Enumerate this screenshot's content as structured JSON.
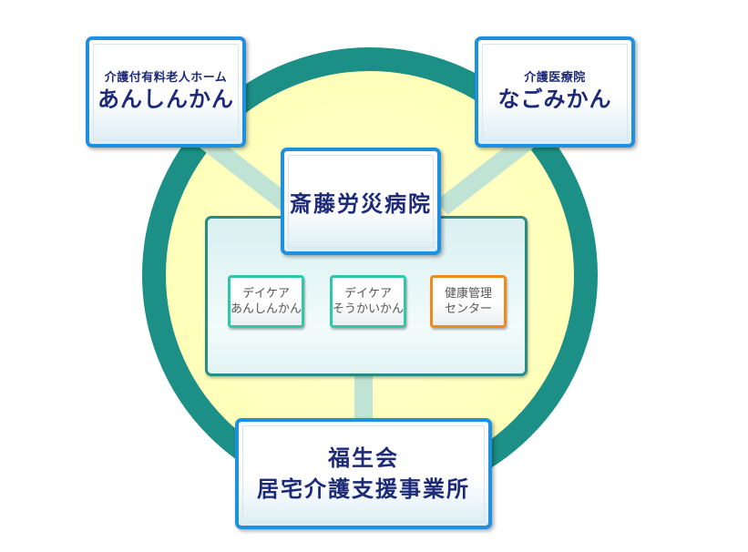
{
  "colors": {
    "ring": "#1c8f86",
    "ring_fill": "#ffffcc",
    "spoke": "#bfe3d4",
    "card_border": "#1e90e0",
    "title_text": "#1d2a78",
    "panel_border": "#2a8b85",
    "service_border_green": "#2fc7a8",
    "service_border_orange": "#f08a1c"
  },
  "top_left_card": {
    "subtitle": "介護付有料老人ホーム",
    "title": "あんしんかん"
  },
  "top_right_card": {
    "subtitle": "介護医療院",
    "title": "なごみかん"
  },
  "hospital": {
    "title": "斎藤労災病院"
  },
  "services": [
    {
      "line1": "デイケア",
      "line2": "あんしんかん",
      "accent": "green"
    },
    {
      "line1": "デイケア",
      "line2": "そうかいかん",
      "accent": "green"
    },
    {
      "line1": "健康管理",
      "line2": "センター",
      "accent": "orange"
    }
  ],
  "office_card": {
    "line1": "福生会",
    "line2": "居宅介護支援事業所"
  }
}
